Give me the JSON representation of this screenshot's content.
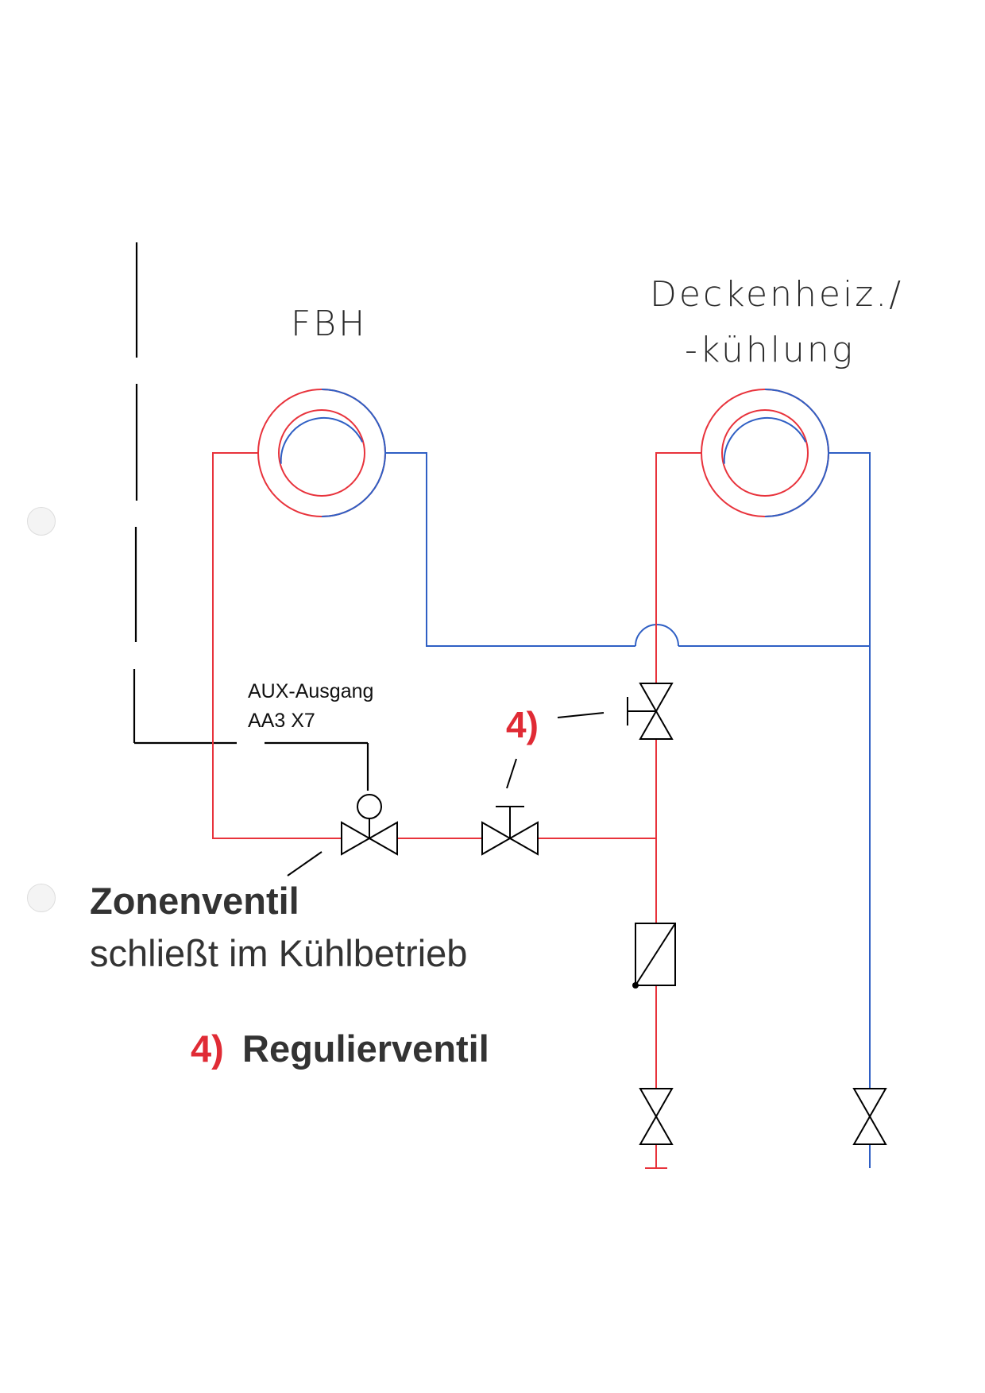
{
  "labels": {
    "fbh": "FBH",
    "ceiling_line1": "Deckenheiz./",
    "ceiling_line2": "-kühlung",
    "aux_line1": "AUX-Ausgang",
    "aux_line2": "AA3 X7",
    "ref_number": "4)",
    "zone_valve_title": "Zonenventil",
    "zone_valve_desc": "schließt im Kühlbetrieb",
    "legend_number": "4)",
    "legend_text": "Regulierventil"
  },
  "colors": {
    "supply_red": "#e8333c",
    "return_blue": "#2f5fc4",
    "control_black": "#000000",
    "label_red": "#e02b35"
  }
}
